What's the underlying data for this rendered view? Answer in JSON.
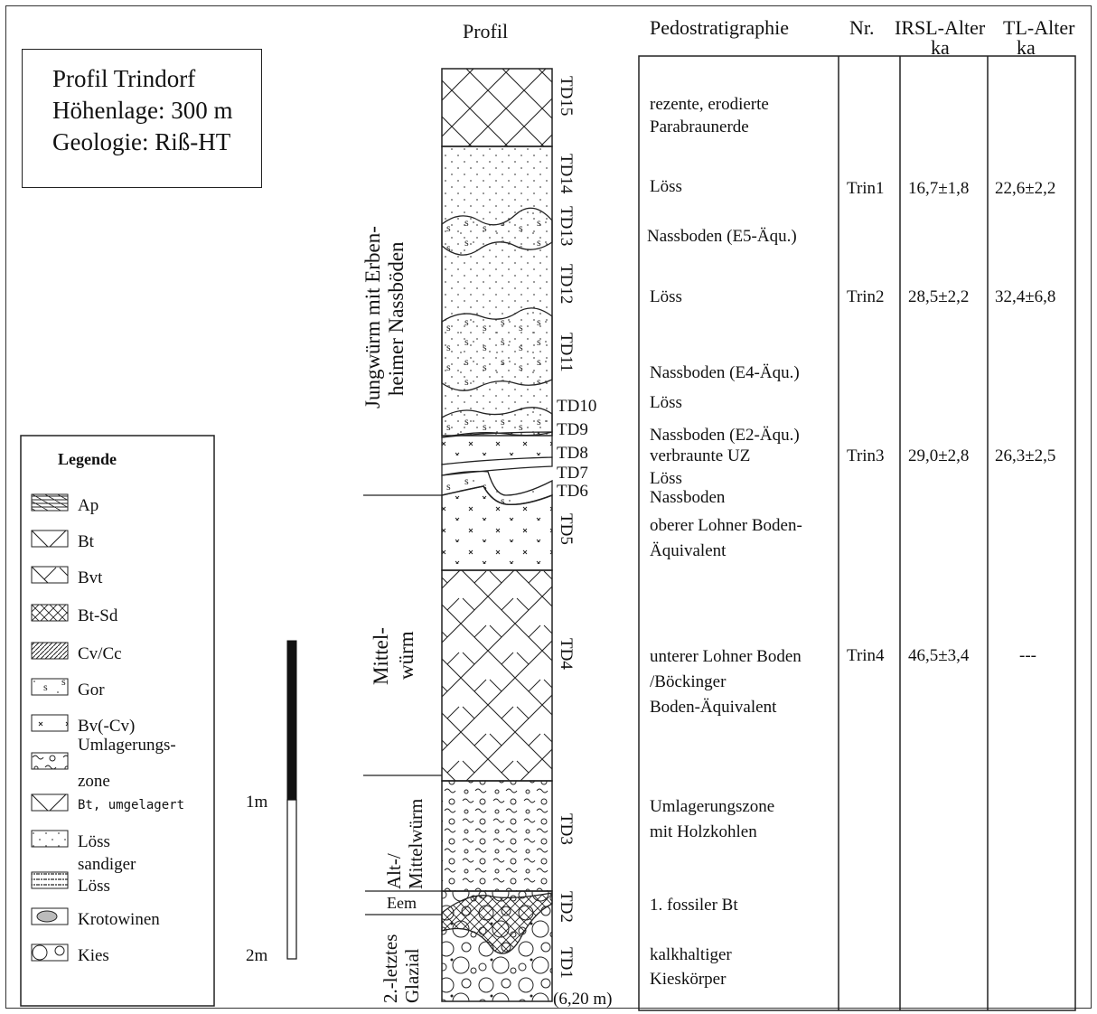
{
  "info_box": {
    "line1": "Profil Trindorf",
    "line2": "Höhenlage: 300 m",
    "line3": "Geologie: Riß-HT"
  },
  "headers": {
    "profil": "Profil",
    "pedo": "Pedostratigraphie",
    "nr": "Nr.",
    "irsl_1": "IRSL-Alter",
    "irsl_2": "ka",
    "tl_1": "TL-Alter",
    "tl_2": "ka"
  },
  "legend": {
    "title": "Legende",
    "items": [
      {
        "label": "Ap",
        "pattern": "ap"
      },
      {
        "label": "Bt",
        "pattern": "bt"
      },
      {
        "label": "Bvt",
        "pattern": "bvt"
      },
      {
        "label": "Bt-Sd",
        "pattern": "btsd"
      },
      {
        "label": "Cv/Cc",
        "pattern": "cv"
      },
      {
        "label": "Gor",
        "pattern": "gor"
      },
      {
        "label": "Bv(-Cv)",
        "pattern": "bv"
      },
      {
        "label": "Umlagerungs-",
        "label2": "zone",
        "pattern": "umlag"
      },
      {
        "label": "Bt, umgelagert",
        "pattern": "btum"
      },
      {
        "label": "Löss",
        "pattern": "loess"
      },
      {
        "label": "sandiger",
        "label2": "Löss",
        "pattern": "sloess"
      },
      {
        "label": "Krotowinen",
        "pattern": "krot"
      },
      {
        "label": "Kies",
        "pattern": "kies"
      }
    ]
  },
  "scale": {
    "label_1m": "1m",
    "label_2m": "2m"
  },
  "stratigraphy": {
    "jungwurm_1": "Jungwürm mit Erben-",
    "jungwurm_2": "heimer Nassböden",
    "mittel_1": "Mittel-",
    "mittel_2": "würm",
    "alt_1": "Alt-/",
    "alt_2": "Mittelwürm",
    "eem": "Eem",
    "glazial_1": "2.-letztes",
    "glazial_2": "Glazial"
  },
  "layer_labels": {
    "td15": "TD15",
    "td14": "TD14",
    "td13": "TD13",
    "td12": "TD12",
    "td11": "TD11",
    "td10": "TD10",
    "td9": "TD9",
    "td8": "TD8",
    "td7": "TD7",
    "td6": "TD6",
    "td5": "TD5",
    "td4": "TD4",
    "td3": "TD3",
    "td2": "TD2",
    "td1": "TD1",
    "depth": "(6,20 m)"
  },
  "pedo_entries": {
    "p1a": "rezente, erodierte",
    "p1b": "Parabraunerde",
    "p2": "Löss",
    "p3": "Nassboden (E5-Äqu.)",
    "p4": "Löss",
    "p5": "Nassboden (E4-Äqu.)",
    "p6": "Löss",
    "p7": "Nassboden (E2-Äqu.)",
    "p8": "verbraunte UZ",
    "p9": "Löss",
    "p10": "Nassboden",
    "p11a": "oberer Lohner Boden-",
    "p11b": "Äquivalent",
    "p12a": "unterer Lohner Boden",
    "p12b": "/Böckinger",
    "p12c": "Boden-Äquivalent",
    "p13a": "Umlagerungszone",
    "p13b": "mit Holzkohlen",
    "p14": "1. fossiler Bt",
    "p15a": "kalkhaltiger",
    "p15b": "Kieskörper"
  },
  "samples": [
    {
      "nr": "Trin1",
      "irsl": "16,7±1,8",
      "tl": "22,6±2,2"
    },
    {
      "nr": "Trin2",
      "irsl": "28,5±2,2",
      "tl": "32,4±6,8"
    },
    {
      "nr": "Trin3",
      "irsl": "29,0±2,8",
      "tl": "26,3±2,5"
    },
    {
      "nr": "Trin4",
      "irsl": "46,5±3,4",
      "tl": "---"
    }
  ]
}
